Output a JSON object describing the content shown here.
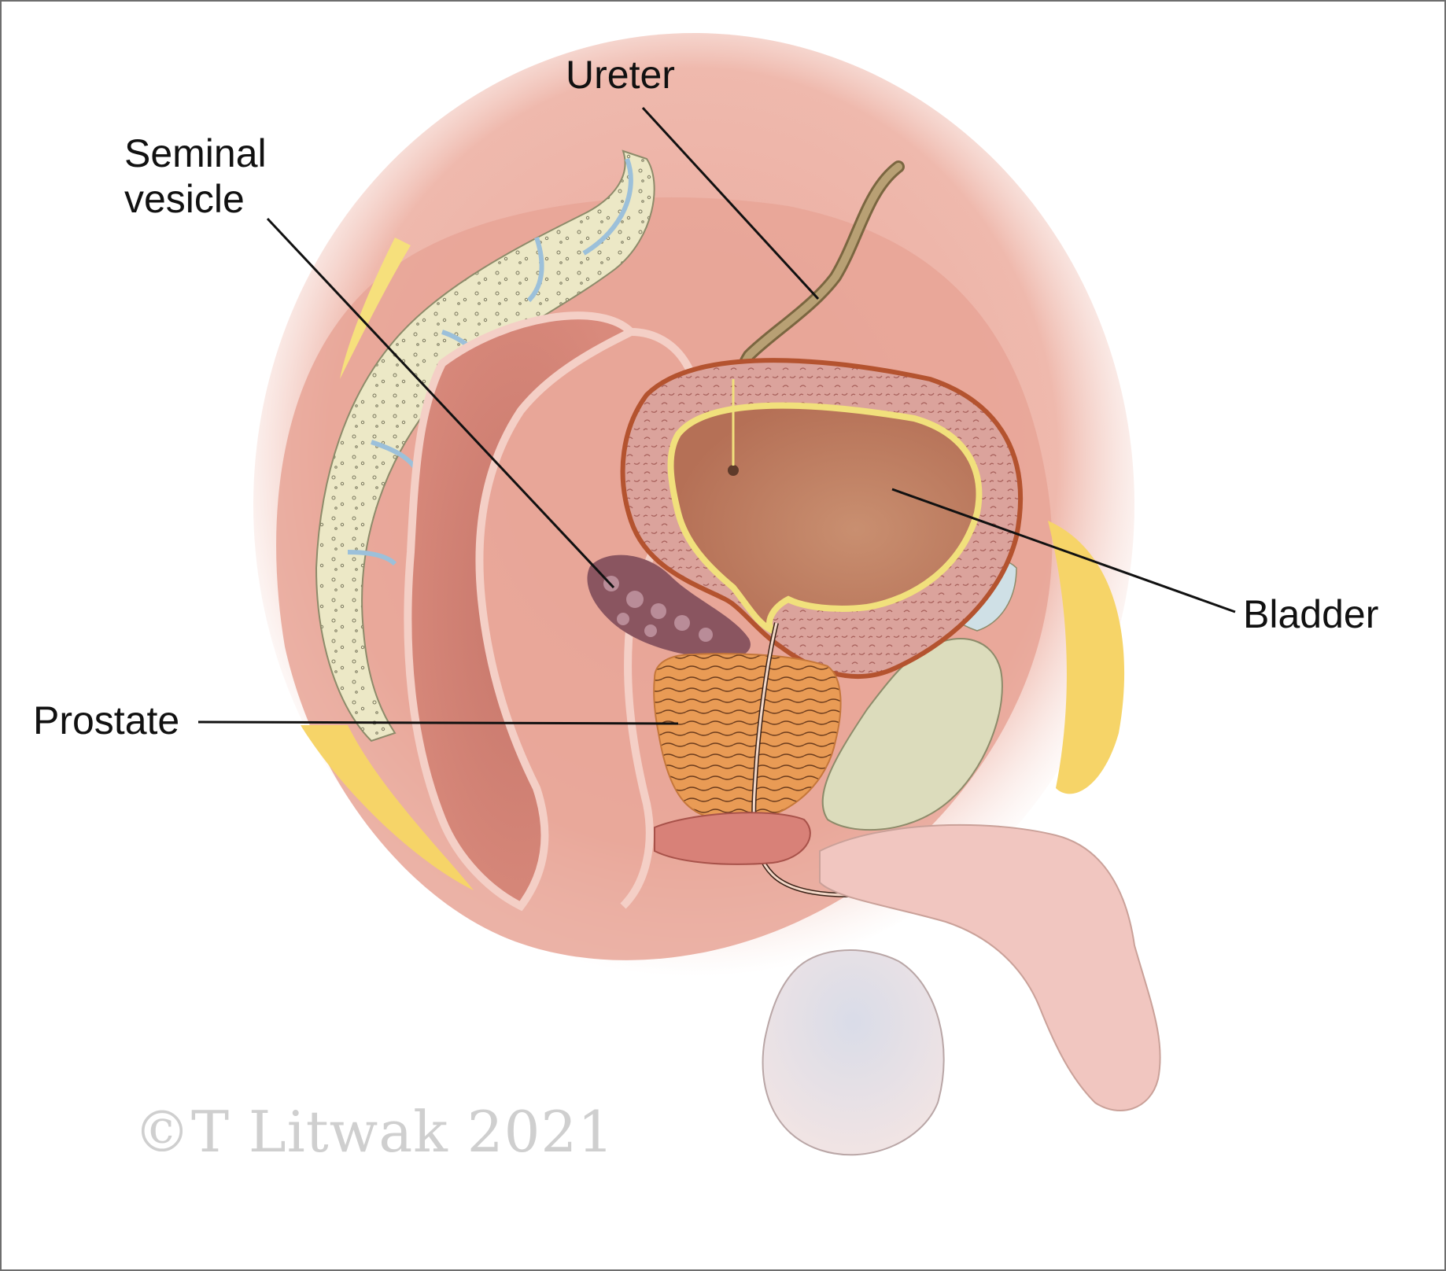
{
  "labels": {
    "ureter": "Ureter",
    "seminal_vesicle_line1": "Seminal",
    "seminal_vesicle_line2": "vesicle",
    "bladder": "Bladder",
    "prostate": "Prostate"
  },
  "copyright": "©T Litwak 2021",
  "colors": {
    "tissue_pink": "#e9a79b",
    "deep_pink": "#c9675c",
    "bone": "#ece8c6",
    "bladder_wall": "#d99a93",
    "bladder_cavity": "#bd7a5e",
    "bladder_outline": "#b4532f",
    "prostate": "#e99b55",
    "seminal_vesicle": "#8a5560",
    "fat_yellow": "#f6d468",
    "pubic_bone": "#dcdcbc",
    "testis": "#d8dbe6",
    "copyright_gray": "#cfcfcf"
  }
}
